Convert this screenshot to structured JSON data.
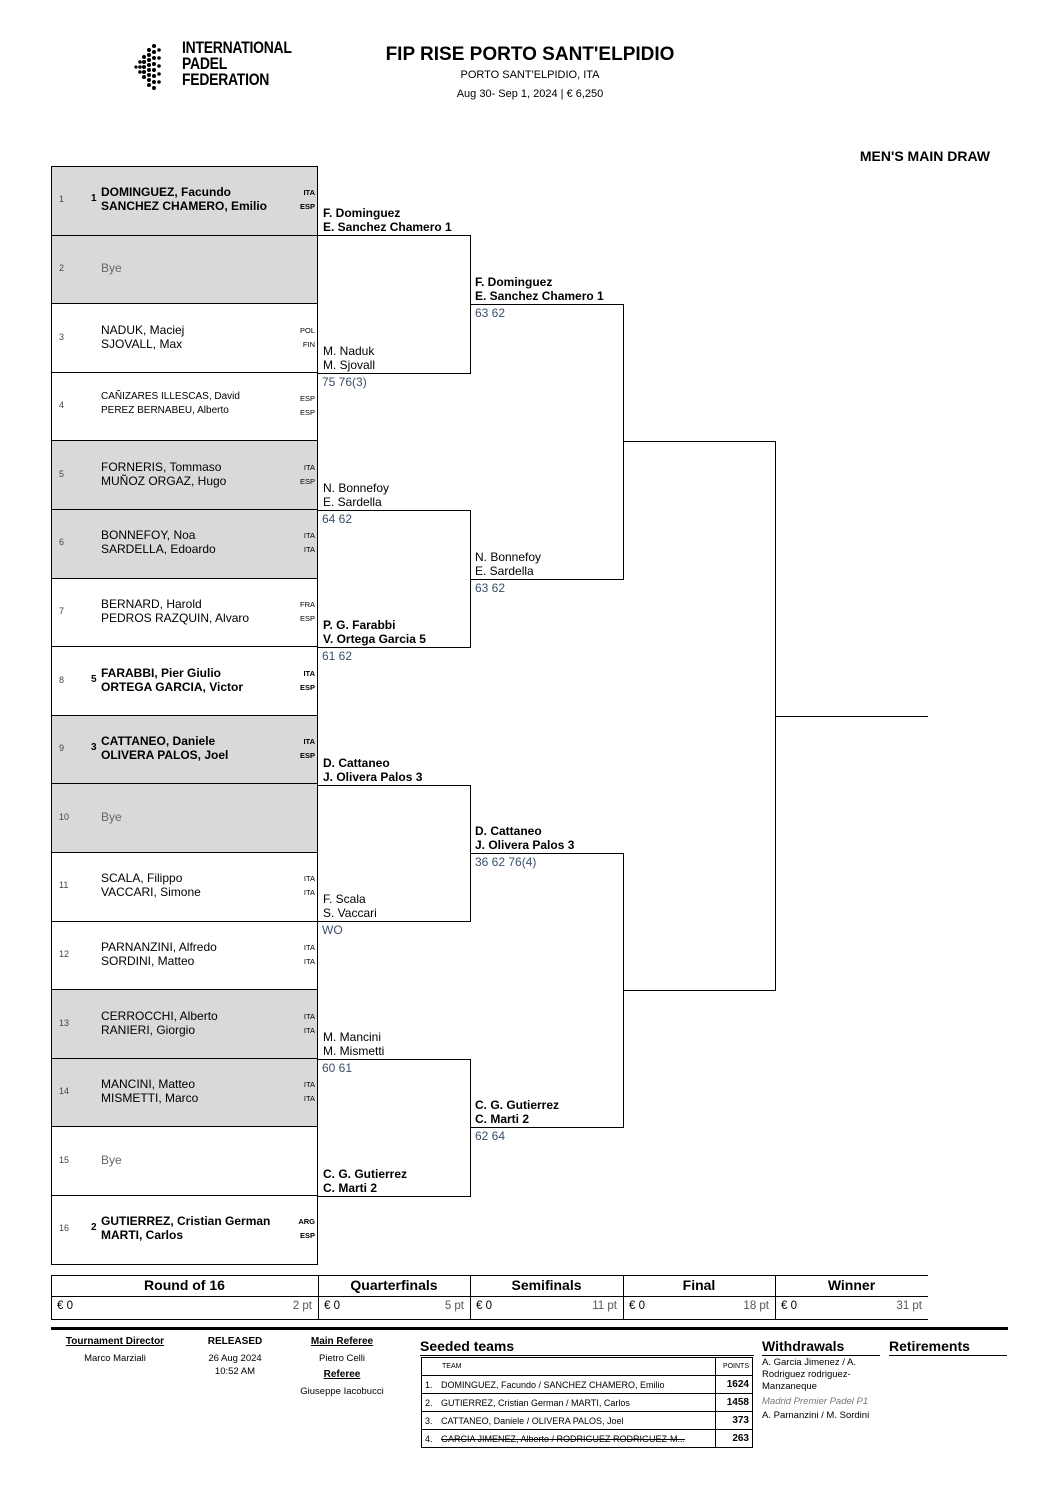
{
  "header": {
    "org_lines": [
      "INTERNATIONAL",
      "PADEL",
      "FEDERATION"
    ],
    "title": "FIP RISE PORTO SANT'ELPIDIO",
    "location": "PORTO SANT'ELPIDIO, ITA",
    "dates_prize": "Aug 30- Sep 1, 2024  |  € 6,250",
    "draw_title": "MEN'S MAIN DRAW"
  },
  "slots": [
    {
      "num": "1",
      "seed": "1",
      "p1": "DOMINGUEZ, Facundo",
      "n1": "ITA",
      "p2": "SANCHEZ CHAMERO, Emilio",
      "n2": "ESP",
      "bold": true,
      "shade": true
    },
    {
      "num": "2",
      "bye": "Bye",
      "shade": true
    },
    {
      "num": "3",
      "p1": "NADUK, Maciej",
      "n1": "POL",
      "p2": "SJOVALL, Max",
      "n2": "FIN"
    },
    {
      "num": "4",
      "p1": "CAÑIZARES ILLESCAS, David",
      "n1": "ESP",
      "p2": "PEREZ BERNABEU, Alberto",
      "n2": "ESP",
      "small": true
    },
    {
      "num": "5",
      "p1": "FORNERIS, Tommaso",
      "n1": "ITA",
      "p2": "MUÑOZ ORGAZ, Hugo",
      "n2": "ESP",
      "shade": true
    },
    {
      "num": "6",
      "p1": "BONNEFOY, Noa",
      "n1": "ITA",
      "p2": "SARDELLA, Edoardo",
      "n2": "ITA",
      "shade": true
    },
    {
      "num": "7",
      "p1": "BERNARD, Harold",
      "n1": "FRA",
      "p2": "PEDROS RAZQUIN, Alvaro",
      "n2": "ESP"
    },
    {
      "num": "8",
      "seed": "5",
      "p1": "FARABBI, Pier Giulio",
      "n1": "ITA",
      "p2": "ORTEGA GARCIA, Victor",
      "n2": "ESP",
      "bold": true
    },
    {
      "num": "9",
      "seed": "3",
      "p1": "CATTANEO, Daniele",
      "n1": "ITA",
      "p2": "OLIVERA PALOS, Joel",
      "n2": "ESP",
      "bold": true,
      "shade": true
    },
    {
      "num": "10",
      "bye": "Bye",
      "shade": true
    },
    {
      "num": "11",
      "p1": "SCALA, Filippo",
      "n1": "ITA",
      "p2": "VACCARI, Simone",
      "n2": "ITA"
    },
    {
      "num": "12",
      "p1": "PARNANZINI, Alfredo",
      "n1": "ITA",
      "p2": "SORDINI, Matteo",
      "n2": "ITA"
    },
    {
      "num": "13",
      "p1": "CERROCCHI, Alberto",
      "n1": "ITA",
      "p2": "RANIERI, Giorgio",
      "n2": "ITA",
      "shade": true
    },
    {
      "num": "14",
      "p1": "MANCINI, Matteo",
      "n1": "ITA",
      "p2": "MISMETTI, Marco",
      "n2": "ITA",
      "shade": true
    },
    {
      "num": "15",
      "bye": "Bye"
    },
    {
      "num": "16",
      "seed": "2",
      "p1": "GUTIERREZ, Cristian German",
      "n1": "ARG",
      "p2": "MARTI, Carlos",
      "n2": "ESP",
      "bold": true
    }
  ],
  "r16_winners": [
    {
      "l1": "F. Dominguez",
      "l2": "E. Sanchez Chamero  1",
      "bold": true,
      "score": ""
    },
    {
      "l1": "M. Naduk",
      "l2": "M. Sjovall",
      "bold": false,
      "score": "75 76(3)"
    },
    {
      "l1": "N. Bonnefoy",
      "l2": "E. Sardella",
      "bold": false,
      "score": "64 62"
    },
    {
      "l1": "P. G. Farabbi",
      "l2": "V. Ortega Garcia  5",
      "bold": true,
      "score": "61 62"
    },
    {
      "l1": "D. Cattaneo",
      "l2": "J. Olivera Palos  3",
      "bold": true,
      "score": ""
    },
    {
      "l1": "F. Scala",
      "l2": "S. Vaccari",
      "bold": false,
      "score": "WO"
    },
    {
      "l1": "M. Mancini",
      "l2": "M. Mismetti",
      "bold": false,
      "score": "60 61"
    },
    {
      "l1": "C. G. Gutierrez",
      "l2": "C. Marti  2",
      "bold": true,
      "score": ""
    }
  ],
  "qf_winners": [
    {
      "l1": "F. Dominguez",
      "l2": "E. Sanchez Chamero  1",
      "bold": true,
      "score": "63 62"
    },
    {
      "l1": "N. Bonnefoy",
      "l2": "E. Sardella",
      "bold": false,
      "score": "63 62"
    },
    {
      "l1": "D. Cattaneo",
      "l2": "J. Olivera Palos  3",
      "bold": true,
      "score": "36 62 76(4)"
    },
    {
      "l1": "C. G. Gutierrez",
      "l2": "C. Marti  2",
      "bold": true,
      "score": "62 64"
    }
  ],
  "rounds": [
    {
      "name": "Round of 16",
      "prize": "€ 0",
      "points": "2 pt"
    },
    {
      "name": "Quarterfinals",
      "prize": "€ 0",
      "points": "5 pt"
    },
    {
      "name": "Semifinals",
      "prize": "€ 0",
      "points": "11 pt"
    },
    {
      "name": "Final",
      "prize": "€ 0",
      "points": "18 pt"
    },
    {
      "name": "Winner",
      "prize": "€ 0",
      "points": "31 pt"
    }
  ],
  "footer": {
    "director_label": "Tournament Director",
    "director": "Marco Marziali",
    "released_label": "RELEASED",
    "released_date": "26 Aug 2024",
    "released_time": "10:52 AM",
    "main_referee_label": "Main Referee",
    "main_referee": "Pietro Celli",
    "referee_label": "Referee",
    "referee": "Giuseppe Iacobucci",
    "seeded_title": "Seeded teams",
    "team_header": "TEAM",
    "points_header": "POINTS",
    "seeded": [
      {
        "rank": "1.",
        "team": "DOMINGUEZ, Facundo / SANCHEZ CHAMERO, Emilio",
        "points": "1624"
      },
      {
        "rank": "2.",
        "team": "GUTIERREZ, Cristian German / MARTI, Carlos",
        "points": "1458"
      },
      {
        "rank": "3.",
        "team": "CATTANEO, Daniele / OLIVERA PALOS, Joel",
        "points": "373"
      },
      {
        "rank": "4.",
        "team": "GARCIA JIMENEZ, Alberto / RODRIGUEZ RODRIGUEZ-M...",
        "points": "263",
        "withdrawn": true
      }
    ],
    "withdrawals_title": "Withdrawals",
    "withdrawal1": "A. Garcia Jimenez / A. Rodriguez rodriguez-Manzaneque",
    "withdrawal1_event": "Madrid Premier Padel P1",
    "withdrawal2": "A. Parnanzini / M. Sordini",
    "retirements_title": "Retirements"
  }
}
